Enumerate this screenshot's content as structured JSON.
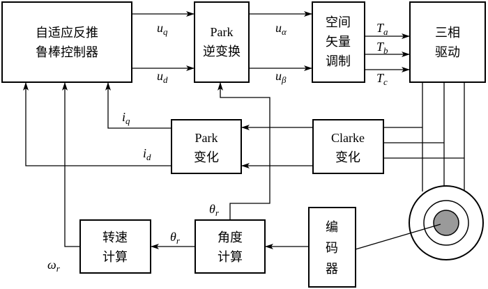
{
  "blocks": {
    "controller": {
      "line1": "自适应反推",
      "line2": "鲁棒控制器"
    },
    "inv_park": {
      "line1": "Park",
      "line2": "逆变换"
    },
    "svpwm": {
      "line1": "空间",
      "line2": "矢量",
      "line3": "调制"
    },
    "drive": {
      "line1": "三相",
      "line2": "驱动"
    },
    "park": {
      "line1": "Park",
      "line2": "变化"
    },
    "clarke": {
      "line1": "Clarke",
      "line2": "变化"
    },
    "speed": {
      "line1": "转速",
      "line2": "计算"
    },
    "angle": {
      "line1": "角度",
      "line2": "计算"
    },
    "encoder": {
      "line1": "编",
      "line2": "码",
      "line3": "器"
    }
  },
  "signals": {
    "uq": {
      "base": "u",
      "sub": "q"
    },
    "ud": {
      "base": "u",
      "sub": "d"
    },
    "ualpha": {
      "base": "u",
      "sub": "α"
    },
    "ubeta": {
      "base": "u",
      "sub": "β"
    },
    "Ta": {
      "base": "T",
      "sub": "a"
    },
    "Tb": {
      "base": "T",
      "sub": "b"
    },
    "Tc": {
      "base": "T",
      "sub": "c"
    },
    "iq": {
      "base": "i",
      "sub": "q"
    },
    "id": {
      "base": "i",
      "sub": "d"
    },
    "theta_top": {
      "base": "θ",
      "sub": "r"
    },
    "theta_mid": {
      "base": "θ",
      "sub": "r"
    },
    "omega": {
      "base": "ω",
      "sub": "r"
    }
  }
}
